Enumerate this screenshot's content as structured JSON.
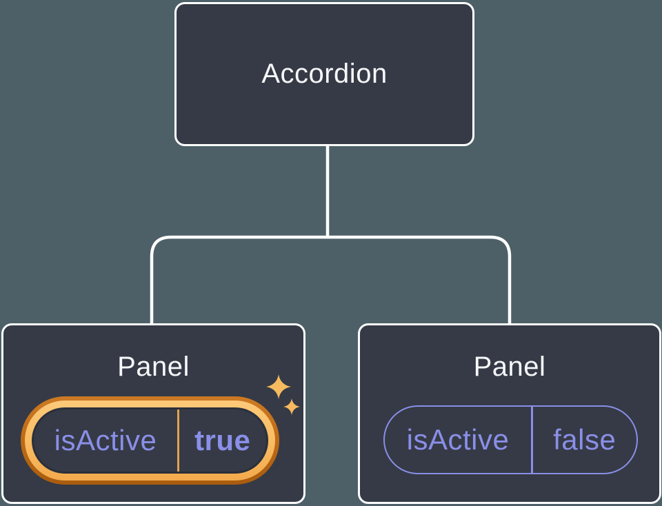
{
  "diagram": {
    "root": {
      "label": "Accordion"
    },
    "panels": [
      {
        "label": "Panel",
        "prop_name": "isActive",
        "prop_value": "true",
        "highlighted": true
      },
      {
        "label": "Panel",
        "prop_name": "isActive",
        "prop_value": "false",
        "highlighted": false
      }
    ]
  },
  "colors": {
    "background": "#4d6068",
    "node_fill": "#353a46",
    "node_border": "#ffffff",
    "connector": "#ffffff",
    "text_primary": "#f6f7f9",
    "prop_purple": "#8a8fe8",
    "highlight_gold": "#f9bd63",
    "highlight_dark_orange": "#b9661a",
    "gold_divider": "#e2a24e",
    "sparkle": "#f7ba5e"
  }
}
